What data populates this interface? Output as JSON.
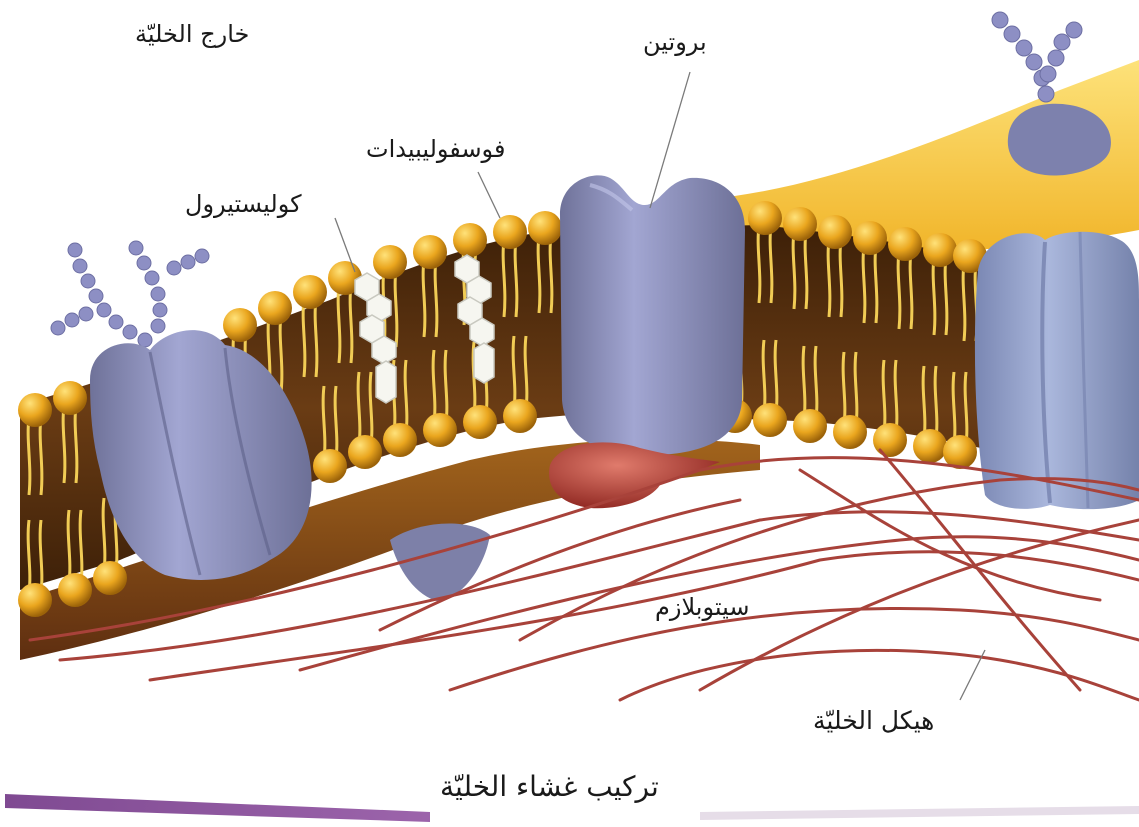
{
  "labels": {
    "outside_cell": "خارج الخليّة",
    "protein": "بروتين",
    "phospholipids": "فوسفوليبيدات",
    "cholesterol": "كوليستيرول",
    "cytoplasm": "سيتوبلازم",
    "cytoskeleton": "هيكل الخليّة",
    "caption": "تركيب غشاء الخليّة"
  },
  "colors": {
    "phospholipid_head": "#e9a51c",
    "membrane_interior": "#5a3210",
    "protein": "#8c90bf",
    "glycolipid_layer": "#f7c733",
    "carbohydrate_chain": "#8d8fc4",
    "cytoskeleton_fiber": "#a8423a",
    "caption_bar": "#8f4f9e"
  }
}
